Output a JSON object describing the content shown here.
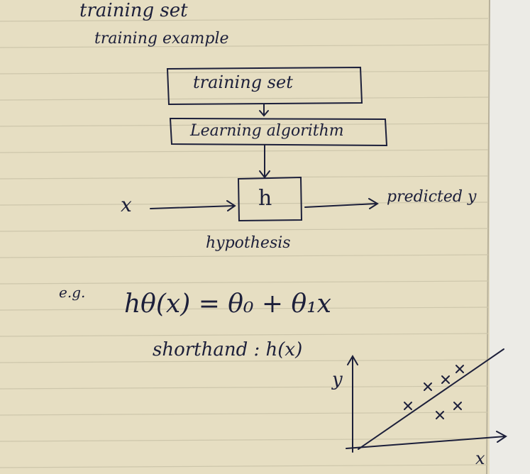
{
  "notes": {
    "line1": "training set",
    "line2": "training example",
    "box_training_set": "training set",
    "box_learning_algorithm": "Learning algorithm",
    "box_h": "h",
    "input_x": "x",
    "output": "predicted y",
    "hypothesis_label": "hypothesis",
    "eg_label": "e.g.",
    "formula": "hθ(x) = θ₀ + θ₁x",
    "shorthand": "shorthand : h(x)",
    "graph_y_label": "y",
    "graph_x_label": "x"
  },
  "colors": {
    "paper": "#ebe3c6",
    "ink": "#1c1f3a",
    "rule": "#c9c2a8"
  }
}
